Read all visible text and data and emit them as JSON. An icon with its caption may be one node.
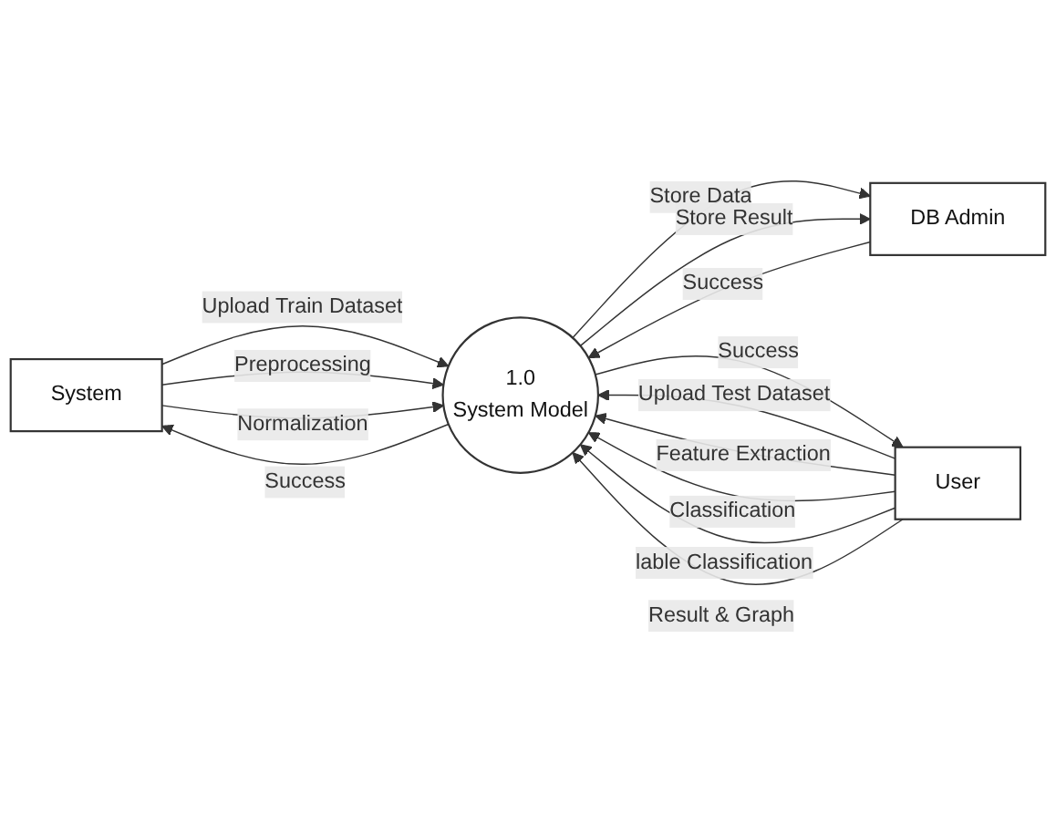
{
  "diagram": {
    "nodes": [
      {
        "text": [
          "System"
        ]
      },
      {
        "text": [
          "1.0",
          "System Model"
        ]
      },
      {
        "text": [
          "DB Admin"
        ]
      },
      {
        "text": [
          "User"
        ]
      }
    ],
    "edges": [
      {
        "from": 0,
        "to": 1,
        "arrow": "to",
        "label": "Upload Train Dataset"
      },
      {
        "from": 0,
        "to": 1,
        "arrow": "to",
        "label": "Preprocessing"
      },
      {
        "from": 0,
        "to": 1,
        "arrow": "to",
        "label": "Normalization"
      },
      {
        "from": 1,
        "to": 0,
        "arrow": "to",
        "label": "Success"
      },
      {
        "from": 1,
        "to": 2,
        "arrow": "to",
        "label": "Store Data"
      },
      {
        "from": 2,
        "to": 1,
        "arrow": "to",
        "label": "Success"
      },
      {
        "from": 1,
        "to": 2,
        "arrow": "to",
        "label": "Store Result"
      },
      {
        "from": 3,
        "to": 1,
        "arrow": "to",
        "label": "Upload Test Dataset"
      },
      {
        "from": 1,
        "to": 3,
        "arrow": "to",
        "label": "Success"
      },
      {
        "from": 3,
        "to": 1,
        "arrow": "to",
        "label": "Feature Extraction"
      },
      {
        "from": 3,
        "to": 1,
        "arrow": "to",
        "label": "Classification"
      },
      {
        "from": 3,
        "to": 1,
        "arrow": "to",
        "label": "lable Classification"
      },
      {
        "from": 3,
        "to": 1,
        "arrow": "to",
        "label": "Result & Graph"
      }
    ]
  }
}
